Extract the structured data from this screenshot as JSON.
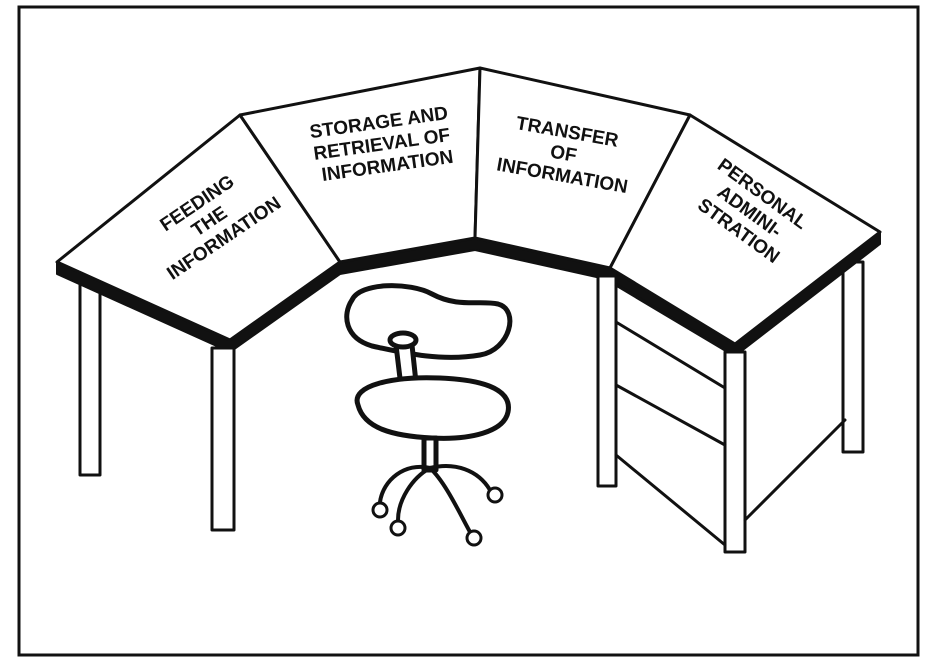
{
  "panels": {
    "feeding": [
      "FEEDING",
      "THE",
      "INFORMATION"
    ],
    "storage": [
      "STORAGE AND",
      "RETRIEVAL OF",
      "INFORMATION"
    ],
    "transfer": [
      "TRANSFER",
      "OF",
      "INFORMATION"
    ],
    "personal": [
      "PERSONAL",
      "ADMINI-",
      "STRATION"
    ]
  },
  "colors": {
    "ink": "#111111",
    "paper": "#ffffff"
  }
}
